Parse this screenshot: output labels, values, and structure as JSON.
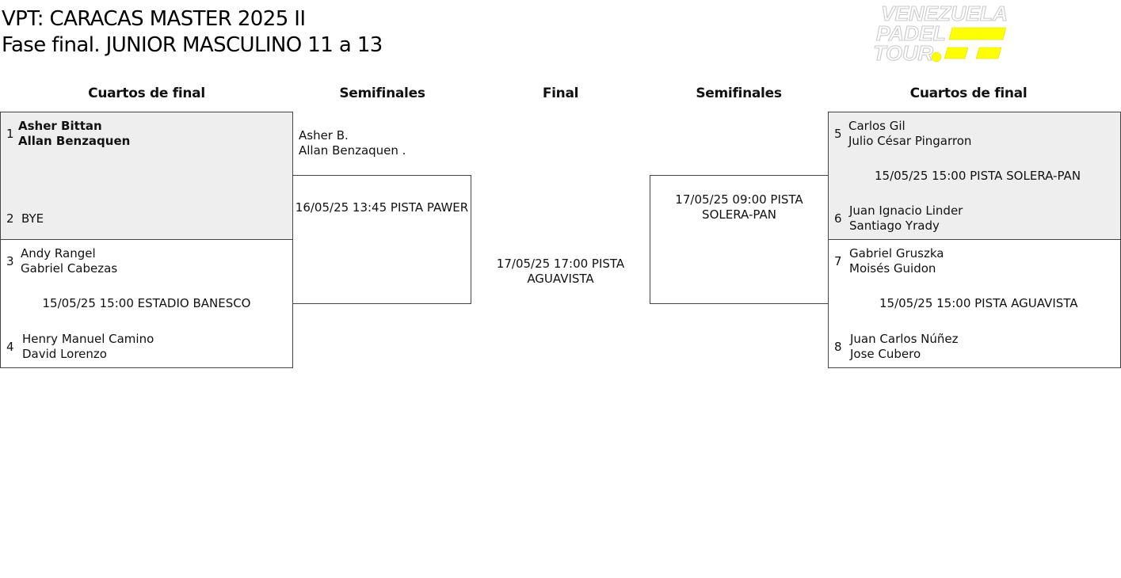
{
  "title": {
    "line1": "VPT: CARACAS MASTER 2025 II",
    "line2": "Fase final. JUNIOR MASCULINO 11 a 13"
  },
  "logo": {
    "lines": [
      "VENEZUELA",
      "PADEL",
      "TOUR."
    ],
    "accent_color": "#ffff00"
  },
  "headers": {
    "left_qf": "Cuartos de final",
    "left_sf": "Semifinales",
    "final": "Final",
    "right_sf": "Semifinales",
    "right_qf": "Cuartos de final"
  },
  "left_qf": {
    "match1": {
      "seed_a": "1",
      "team_a": [
        "Asher Bittan",
        "Allan Benzaquen"
      ],
      "seed_b": "2",
      "team_b": [
        "BYE"
      ]
    },
    "match2": {
      "seed_a": "3",
      "team_a": [
        "Andy Rangel",
        "Gabriel Cabezas"
      ],
      "info": "15/05/25 15:00 ESTADIO BANESCO",
      "seed_b": "4",
      "team_b": [
        "Henry Manuel Camino",
        "David Lorenzo"
      ]
    }
  },
  "left_sf": {
    "team_a": [
      "Asher B.",
      "Allan Benzaquen ."
    ],
    "info": "16/05/25 13:45 PISTA PAWER"
  },
  "final": {
    "info_line1": "17/05/25 17:00 PISTA",
    "info_line2": "AGUAVISTA"
  },
  "right_sf": {
    "info_line1": "17/05/25 09:00 PISTA",
    "info_line2": "SOLERA-PAN"
  },
  "right_qf": {
    "match1": {
      "seed_a": "5",
      "team_a": [
        "Carlos Gil",
        "Julio César Pingarron"
      ],
      "info": "15/05/25 15:00 PISTA SOLERA-PAN",
      "seed_b": "6",
      "team_b": [
        "Juan Ignacio Linder",
        "Santiago Yrady"
      ]
    },
    "match2": {
      "seed_a": "7",
      "team_a": [
        "Gabriel Gruszka",
        "Moisés Guidon"
      ],
      "info": "15/05/25 15:00 PISTA AGUAVISTA",
      "seed_b": "8",
      "team_b": [
        "Juan Carlos Núñez",
        "Jose Cubero"
      ]
    }
  }
}
